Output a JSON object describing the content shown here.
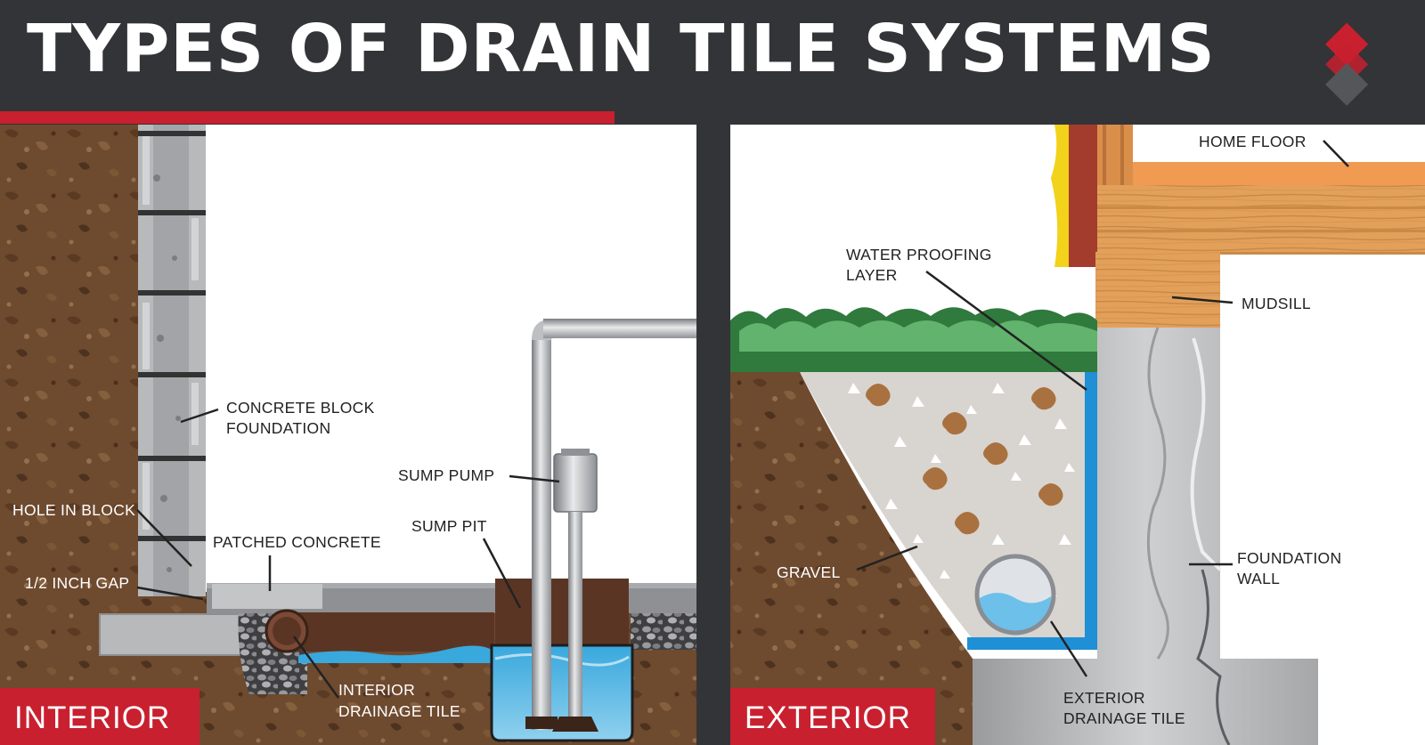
{
  "header": {
    "title": "TYPES OF DRAIN TILE SYSTEMS",
    "logo_icon": "brand-logo-icon",
    "colors": {
      "dark": "#333437",
      "red": "#c8202f",
      "gray": "#55565a"
    }
  },
  "interior": {
    "tag": "INTERIOR",
    "labels": {
      "concrete_block_1": "CONCRETE BLOCK",
      "concrete_block_2": "FOUNDATION",
      "hole_in_block": "HOLE IN BLOCK",
      "patched_concrete": "PATCHED CONCRETE",
      "half_inch_gap": "1/2 INCH GAP",
      "sump_pump": "SUMP PUMP",
      "sump_pit": "SUMP PIT",
      "interior_tile_1": "INTERIOR",
      "interior_tile_2": "DRAINAGE TILE"
    }
  },
  "exterior": {
    "tag": "EXTERIOR",
    "labels": {
      "home_floor": "HOME FLOOR",
      "water_proofing_1": "WATER PROOFING",
      "water_proofing_2": "LAYER",
      "mudsill": "MUDSILL",
      "gravel": "GRAVEL",
      "foundation_wall_1": "FOUNDATION",
      "foundation_wall_2": "WALL",
      "exterior_tile_1": "EXTERIOR",
      "exterior_tile_2": "DRAINAGE TILE"
    }
  }
}
